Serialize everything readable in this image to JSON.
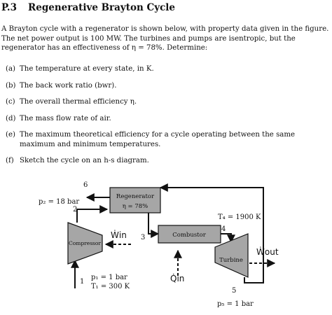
{
  "problem": {
    "number": "P.3",
    "title": "Regenerative Brayton Cycle",
    "intro": "A Brayton cycle with a regenerator is shown below, with property data given in the figure. The net power output is 100 MW. The turbines and pumps are isentropic, but the regenerator has an effectiveness of η = 78%. Determine:",
    "items": [
      {
        "label": "(a)",
        "text": "The temperature at every state, in K."
      },
      {
        "label": "(b)",
        "text": "The back work ratio (bwr)."
      },
      {
        "label": "(c)",
        "text": "The overall thermal efficiency η."
      },
      {
        "label": "(d)",
        "text": "The mass flow rate of air."
      },
      {
        "label": "(e)",
        "text": "The maximum theoretical efficiency for a cycle operating between the same maximum and minimum temperatures."
      },
      {
        "label": "(f)",
        "text": "Sketch the cycle on an h-s diagram."
      }
    ]
  },
  "diagram": {
    "regenerator_name": "Regenerator",
    "regenerator_eff": "η = 78%",
    "compressor_name": "Compressor",
    "combustor_name": "Combustor",
    "turbine_name": "Turbine",
    "w_in": "Ẇin",
    "q_in": "Q̇in",
    "w_out": "Ẇout",
    "state_1": "1",
    "state_2": "2",
    "state_3": "3",
    "state_4": "4",
    "state_5": "5",
    "state_6": "6",
    "p2": "p₂ = 18 bar",
    "t4": "T₄ = 1900 K",
    "p1": "p₁ = 1 bar",
    "t1": "T₁ = 300 K",
    "p5": "p₅ = 1 bar",
    "colors": {
      "box_fill": "#a6a6a6",
      "line": "#111111"
    }
  }
}
